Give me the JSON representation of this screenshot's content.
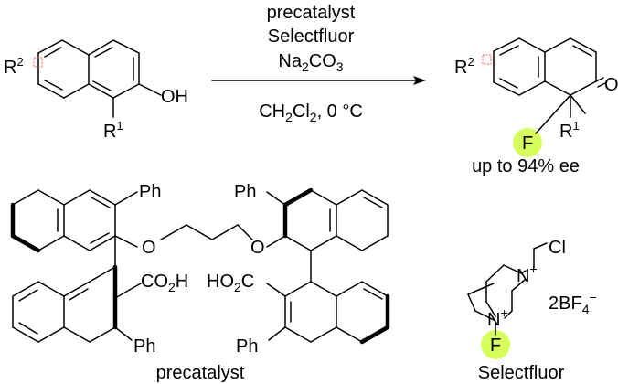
{
  "reaction": {
    "reagents": [
      "precatalyst",
      "Selectfluor",
      "Na2CO3"
    ],
    "conditions": "CH2Cl2, 0 °C",
    "yield_note": "up to 94% ee"
  },
  "substrate": {
    "labels": [
      "R2",
      "R1",
      "OH"
    ]
  },
  "product": {
    "labels": [
      "R2",
      "O",
      "F",
      "R1"
    ]
  },
  "precatalyst": {
    "caption": "precatalyst",
    "labels": [
      "Ph",
      "Ph",
      "Ph",
      "Ph",
      "O",
      "O",
      "CO2H",
      "HO2C"
    ]
  },
  "selectfluor": {
    "caption": "Selectfluor",
    "labels": [
      "Cl",
      "N+",
      "N+",
      "F",
      "2BF4−"
    ]
  },
  "colors": {
    "fluorine_highlight": "#d7ff5c",
    "ink": "#000000"
  }
}
